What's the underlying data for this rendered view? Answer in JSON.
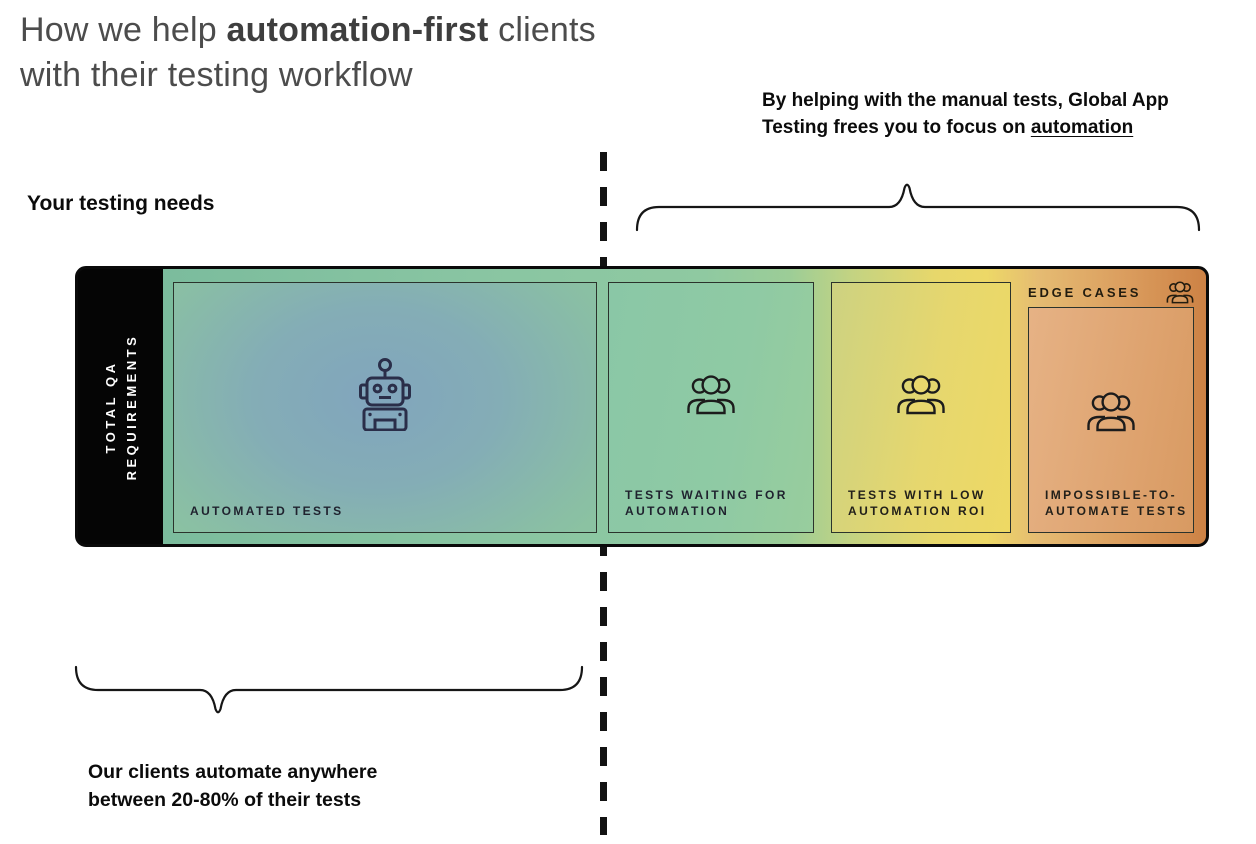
{
  "title": {
    "line1_prefix": "How we help ",
    "line1_bold": "automation-first",
    "line1_suffix": " clients",
    "line2": "with their testing workflow"
  },
  "annotations": {
    "right_note_line1": "By helping with the manual tests, Global App",
    "right_note_line2_prefix": "Testing frees you to focus on ",
    "right_note_underlined": "automation",
    "left_heading": "Your testing needs",
    "bottom_note_line1": "Our clients automate anywhere",
    "bottom_note_line2": "between 20-80% of their tests"
  },
  "bar": {
    "axis_label_line1": "TOTAL QA",
    "axis_label_line2": "REQUIREMENTS",
    "edge_cases_label": "EDGE CASES",
    "sections": [
      {
        "label": "AUTOMATED TESTS",
        "icon": "robot-icon"
      },
      {
        "line1": "TESTS WAITING FOR",
        "line2": "AUTOMATION",
        "icon": "people-group-icon"
      },
      {
        "line1": "TESTS WITH LOW",
        "line2": "AUTOMATION ROI",
        "icon": "people-group-icon"
      },
      {
        "line1": "IMPOSSIBLE-TO-",
        "line2": "AUTOMATE TESTS",
        "icon": "people-group-icon"
      }
    ]
  },
  "colors": {
    "title_gray": "#4c4c4c",
    "text_black": "#0b0b0b",
    "bar_border": "#0a0a0a",
    "axis_block": "#050505",
    "gradient_start_teal": "#7bbc9d",
    "gradient_green": "#8fc9a1",
    "gradient_yellow": "#edd867",
    "gradient_orange_end": "#cd8245",
    "automated_box_blue_tint": "#81a5bd",
    "robot_icon_navy": "#2a2e49",
    "people_icon_dark": "#1c1c1c",
    "section_label_dark": "#1f222e"
  }
}
